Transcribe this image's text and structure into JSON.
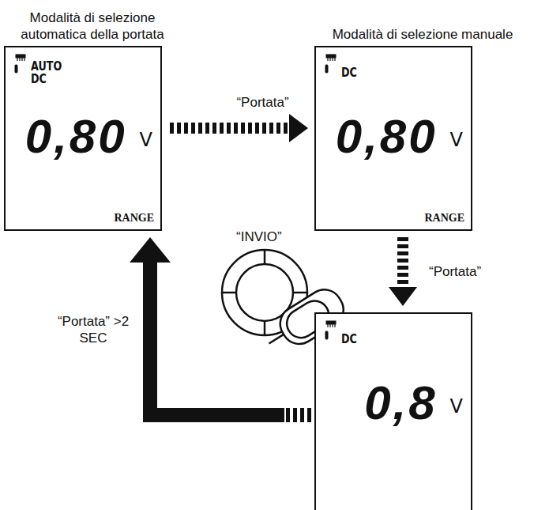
{
  "diagram": {
    "nodes": [
      {
        "text": [
          "Modalità di selezione automatica della portata",
          "AUTO",
          "DC",
          "0,80",
          "V",
          "RANGE"
        ]
      },
      {
        "text": [
          "Modalità di selezione manuale",
          "DC",
          "0,80",
          "V",
          "RANGE"
        ]
      },
      {
        "text": [
          "DC",
          "0,8",
          "V"
        ]
      }
    ],
    "edges": [
      {
        "from": 0,
        "to": 1,
        "arrow": "to",
        "label": "“Portata”"
      },
      {
        "from": 1,
        "to": 2,
        "arrow": "to",
        "label": "“Portata”"
      },
      {
        "from": 2,
        "to": 0,
        "arrow": "to",
        "label": "“Portata” >2 SEC"
      }
    ],
    "labels": [
      "“INVIO”"
    ]
  }
}
